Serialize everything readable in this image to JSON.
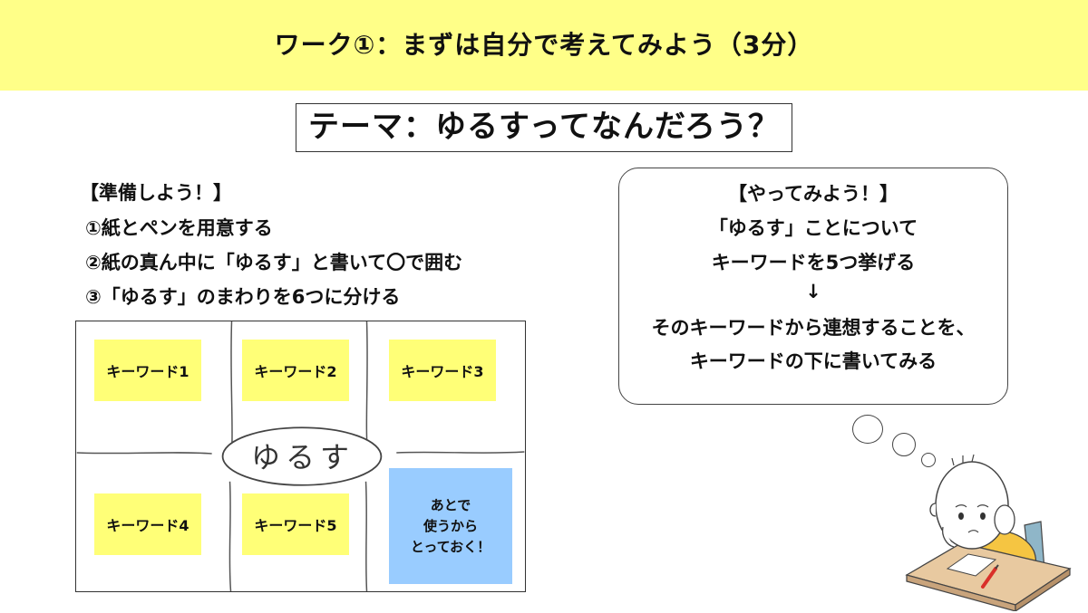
{
  "header": {
    "title": "ワーク①：まずは自分で考えてみよう（3分）"
  },
  "theme": {
    "text": "テーマ：ゆるすってなんだろう？"
  },
  "prep": {
    "heading": "【準備しよう！】",
    "steps": [
      "①紙とペンを用意する",
      "②紙の真ん中に「ゆるす」と書いて〇で囲む",
      "③「ゆるす」のまわりを6つに分ける"
    ]
  },
  "sheet": {
    "center_word": "ゆるす",
    "keywords": [
      "キーワード1",
      "キーワード2",
      "キーワード3",
      "キーワード4",
      "キーワード5"
    ],
    "later_note": [
      "あとで",
      "使うから",
      "とっておく！"
    ]
  },
  "instructions": {
    "lines": [
      "【やってみよう！】",
      "「ゆるす」ことについて",
      "キーワードを5つ挙げる",
      "↓",
      "そのキーワードから連想することを、",
      "キーワードの下に書いてみる"
    ]
  },
  "colors": {
    "header_band": "#ffff88",
    "sticky_yellow": "#ffff77",
    "sticky_blue": "#99ccff",
    "shirt": "#f5c542",
    "desk": "#e8c9a0",
    "pen": "#d9302a"
  }
}
